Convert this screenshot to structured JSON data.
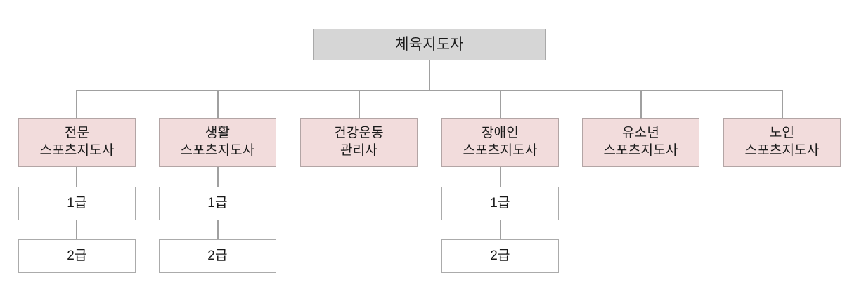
{
  "diagram": {
    "title_text": "체육지도자",
    "type": "organizational-hierarchy",
    "colors": {
      "root_fill": "#d6d6d6",
      "root_border": "#a9a9a9",
      "category_fill": "#f2dcdc",
      "category_border": "#b3a5a5",
      "grade_fill": "#ffffff",
      "grade_border": "#ababab",
      "connector": "#a0a0a0",
      "background": "#ffffff",
      "text": "#1a1a1a"
    },
    "root": {
      "label": "체육지도자"
    },
    "categories": [
      {
        "line1": "전문",
        "line2": "스포츠지도사",
        "grades": [
          {
            "label": "1급"
          },
          {
            "label": "2급"
          }
        ]
      },
      {
        "line1": "생활",
        "line2": "스포츠지도사",
        "grades": [
          {
            "label": "1급"
          },
          {
            "label": "2급"
          }
        ]
      },
      {
        "line1": "건강운동",
        "line2": "관리사",
        "grades": []
      },
      {
        "line1": "장애인",
        "line2": "스포츠지도사",
        "grades": [
          {
            "label": "1급"
          },
          {
            "label": "2급"
          }
        ]
      },
      {
        "line1": "유소년",
        "line2": "스포츠지도사",
        "grades": []
      },
      {
        "line1": "노인",
        "line2": "스포츠지도사",
        "grades": []
      }
    ]
  }
}
